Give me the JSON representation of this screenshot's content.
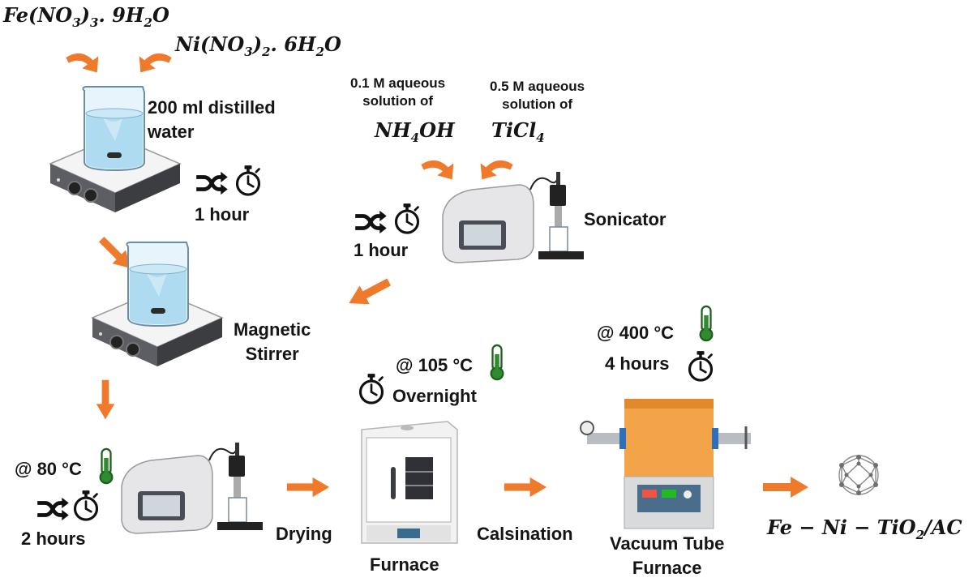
{
  "reagents": {
    "fe_nitrate": {
      "base": "Fe(NO",
      "sub1": "3",
      "mid": ")",
      "sub2": "3",
      "tail": ". 9H",
      "sub3": "2",
      "end": "O"
    },
    "ni_nitrate": {
      "base": "Ni(NO",
      "sub1": "3",
      "mid": ")",
      "sub2": "2",
      "tail": ". 6H",
      "sub3": "2",
      "end": "O"
    },
    "water_label_1": "200 ml distilled",
    "water_label_2": "water",
    "nh4oh_caption_1": "0.1 M aqueous",
    "nh4oh_caption_2": "solution of",
    "nh4oh_formula": {
      "a": "NH",
      "s1": "4",
      "b": "OH"
    },
    "ticl4_caption_1": "0.5 M aqueous",
    "ticl4_caption_2": "solution of",
    "ticl4_formula": {
      "a": "TiCl",
      "s1": "4"
    }
  },
  "steps": {
    "stir1_time": "1 hour",
    "sonic_time": "1 hour",
    "sonicator_label": "Sonicator",
    "magnetic_stirrer_1": "Magnetic",
    "magnetic_stirrer_2": "Stirrer",
    "mix_temp": "@ 80 °C",
    "mix_time": "2 hours",
    "drying_label": "Drying",
    "dry_temp": "@ 105 °C",
    "dry_time": "Overnight",
    "furnace_label": "Furnace",
    "calsination_label": "Calsination",
    "calc_temp": "@ 400 °C",
    "calc_time": "4 hours",
    "vacuum_label_1": "Vacuum Tube",
    "vacuum_label_2": "Furnace",
    "product": {
      "a": "Fe − Ni − TiO",
      "s1": "2",
      "b": "/AC"
    }
  },
  "colors": {
    "arrow": "#ef7a2b",
    "thermometer": "#2e8b2e",
    "beaker_water": "#a8d8ee",
    "device": "#55575c"
  },
  "icons": [
    "shuffle-icon",
    "stopwatch-icon",
    "thermometer-icon",
    "curved-arrow-icon",
    "flow-arrow-icon"
  ]
}
